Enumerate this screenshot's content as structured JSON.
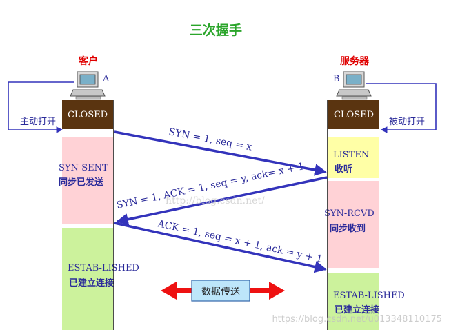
{
  "title": "三次握手",
  "client": {
    "label": "客户",
    "host": "A",
    "open_action": "主动打开"
  },
  "server": {
    "label": "服务器",
    "host": "B",
    "open_action": "被动打开"
  },
  "client_states": [
    {
      "en": "CLOSED",
      "zh": ""
    },
    {
      "en": "SYN-SENT",
      "zh": "同步已发送"
    },
    {
      "en": "ESTAB-LISHED",
      "zh": "已建立连接"
    }
  ],
  "server_states": [
    {
      "en": "CLOSED",
      "zh": ""
    },
    {
      "en": "LISTEN",
      "zh": "收听"
    },
    {
      "en": "SYN-RCVD",
      "zh": "同步收到"
    },
    {
      "en": "ESTAB-LISHED",
      "zh": "已建立连接"
    }
  ],
  "messages": [
    "SYN = 1, seq = x",
    "SYN = 1, ACK = 1, seq = y, ack= x + 1",
    "ACK = 1, seq = x + 1, ack = y + 1"
  ],
  "data_transfer": "数据传送",
  "watermarks": [
    "http://blog.csdn.net/",
    "https://blog.csdn.net/u013348110175"
  ],
  "colors": {
    "title": "#2aa52a",
    "client_label": "#e00000",
    "server_label": "#e00000",
    "closed_box": "#5a3410",
    "syn_box": "#ffd2d6",
    "established_box": "#ccf29c",
    "listen_box": "#ffffa6",
    "arrow": "#3333bb",
    "data_arrow": "#ee1111",
    "data_box": "#bde6fa",
    "text_blue": "#2b2b9a"
  }
}
